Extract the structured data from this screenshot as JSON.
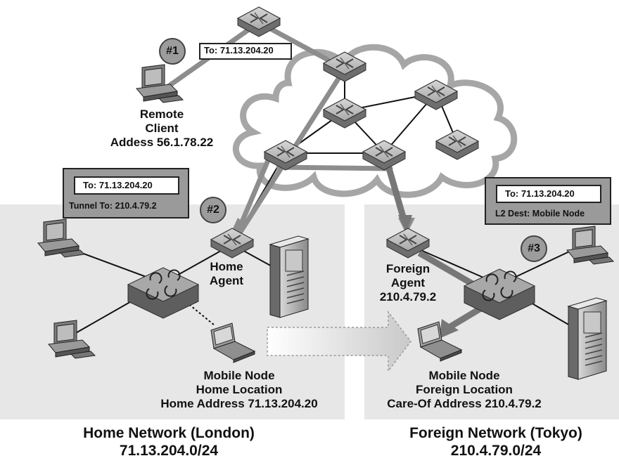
{
  "packets": {
    "p1": {
      "to": "To: 71.13.204.20"
    },
    "p2": {
      "to": "To: 71.13.204.20",
      "tunnel": "Tunnel To: 210.4.79.2"
    },
    "p3": {
      "to": "To: 71.13.204.20",
      "l2": "L2 Dest: Mobile Node"
    }
  },
  "steps": [
    "#1",
    "#2",
    "#3"
  ],
  "remote_client": {
    "line1": "Remote",
    "line2": "Client",
    "line3": "Addess 56.1.78.22"
  },
  "home_agent": {
    "line1": "Home",
    "line2": "Agent"
  },
  "foreign_agent": {
    "line1": "Foreign",
    "line2": "Agent",
    "line3": "210.4.79.2"
  },
  "mobile_home": {
    "line1": "Mobile Node",
    "line2": "Home Location",
    "line3": "Home Address 71.13.204.20"
  },
  "mobile_foreign": {
    "line1": "Mobile Node",
    "line2": "Foreign Location",
    "line3": "Care-Of Address 210.4.79.2"
  },
  "home_network": {
    "name": "Home Network (London)",
    "subnet": "71.13.204.0/24"
  },
  "foreign_network": {
    "name": "Foreign Network (Tokyo)",
    "subnet": "210.4.79.0/24"
  }
}
